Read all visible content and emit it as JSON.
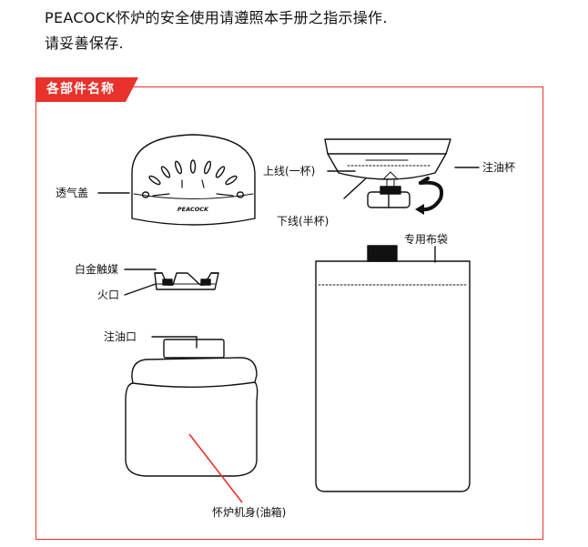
{
  "intro": {
    "line1": "PEACOCK怀炉的安全使用请遵照本手册之指示操作.",
    "line2": "请妥善保存."
  },
  "section": {
    "title": "各部件名称"
  },
  "parts": {
    "vent_cap": "透气盖",
    "brand_logo": "PEACOCK",
    "upper_line": "上线(一杯)",
    "lower_line": "下线(半杯)",
    "fuel_cup": "注油杯",
    "platinum_catalyst": "白金触媒",
    "fire_port": "火口",
    "pouch": "专用布袋",
    "fuel_inlet": "注油口",
    "body_tank": "怀炉机身(油箱)"
  },
  "colors": {
    "accent": "#e8322b",
    "line": "#111111"
  }
}
